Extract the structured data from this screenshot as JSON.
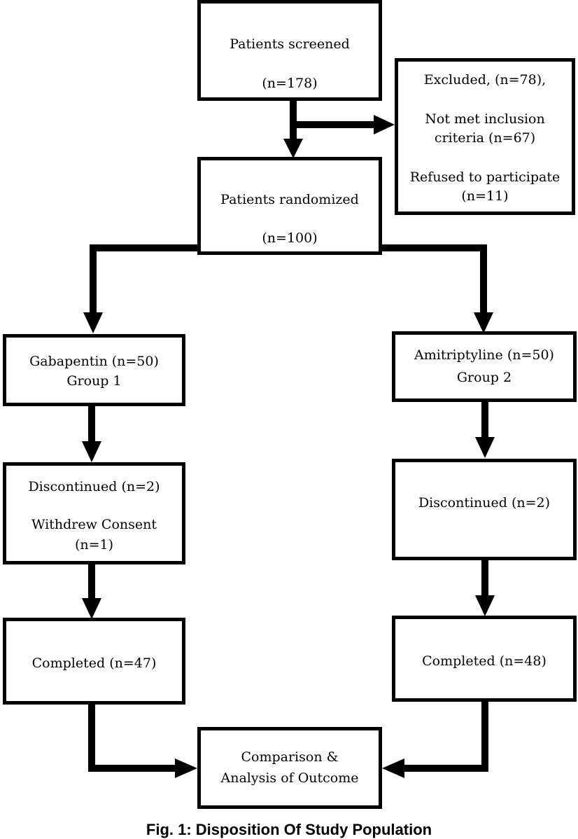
{
  "boxes": {
    "screened": {
      "line1": "Patients screened",
      "line2": "(n=178)"
    },
    "excluded": {
      "line1": "Excluded, (n=78),",
      "line2": "Not met inclusion",
      "line3": "criteria (n=67)",
      "line4": "Refused to participate",
      "line5": "(n=11)"
    },
    "randomized": {
      "line1": "Patients randomized",
      "line2": "(n=100)"
    },
    "gabapentin": {
      "line1": "Gabapentin (n=50)",
      "line2": "Group 1"
    },
    "amitriptyline": {
      "line1": "Amitriptyline (n=50)",
      "line2": "Group 2"
    },
    "discontinued_left": {
      "line1": "Discontinued (n=2)",
      "line2": "Withdrew Consent",
      "line3": "(n=1)"
    },
    "discontinued_right": {
      "line1": "Discontinued (n=2)"
    },
    "completed_left": {
      "line1": "Completed (n=47)"
    },
    "completed_right": {
      "line1": "Completed (n=48)"
    },
    "comparison": {
      "line1": "Comparison &",
      "line2": "Analysis of Outcome"
    }
  },
  "caption": "Fig. 1: Disposition Of Study Population",
  "colors": {
    "line": "#000000",
    "background": "#ffffff"
  }
}
